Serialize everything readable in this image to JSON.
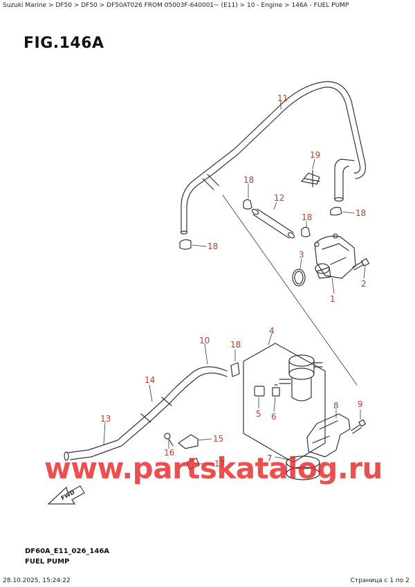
{
  "breadcrumb": "Suzuki Marine > DF50 > DF50 > DF50AT026 FROM 05003F-640001~ (E11) > 10 - Engine > 146A - FUEL PUMP",
  "figure_title": "FIG.146A",
  "callouts": {
    "c1": "1",
    "c2": "2",
    "c3": "3",
    "c4": "4",
    "c5": "5",
    "c6": "6",
    "c7": "7",
    "c8": "8",
    "c9": "9",
    "c10": "10",
    "c11": "11",
    "c12": "12",
    "c13": "13",
    "c14": "14",
    "c15": "15",
    "c16": "16",
    "c17": "17",
    "c18": "18",
    "c19": "19"
  },
  "fwd_label": "FWD",
  "diagram_code": "DF60A_E11_026_146A",
  "diagram_subtitle": "FUEL PUMP",
  "watermark": "www.partskatalog.ru",
  "footer": {
    "timestamp": "28.10.2025, 15:24:22",
    "page_info": "Страница с 1 по 2"
  },
  "colors": {
    "callout": "#c0392b",
    "watermark": "#e62828",
    "line": "#333333"
  }
}
